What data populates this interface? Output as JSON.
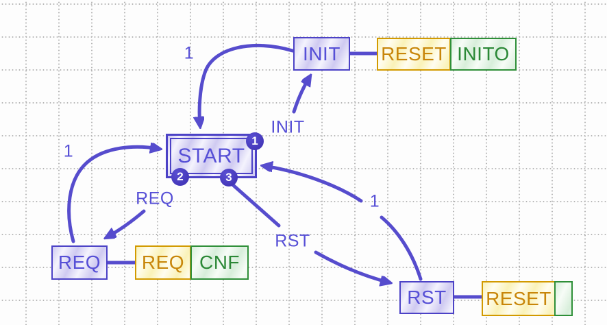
{
  "diagram_type": "ecc-state-machine",
  "colors": {
    "transition": "#564ccd",
    "state_border": "#4c42c6",
    "state_text": "#564fd6",
    "algorithm_border": "#d29a00",
    "algorithm_text": "#c8860a",
    "output_border": "#2e8f38",
    "output_text": "#2b8836",
    "badge_fill": "#4336b8",
    "grid_dot": "#b5b5b5"
  },
  "states": {
    "init": {
      "label": "INIT"
    },
    "start": {
      "label": "START",
      "badges": {
        "b1": "1",
        "b2": "2",
        "b3": "3"
      }
    },
    "req": {
      "label": "REQ"
    },
    "rst": {
      "label": "RST"
    }
  },
  "actions": {
    "init_algorithm": "RESET",
    "init_output": "INITO",
    "req_algorithm": "REQ",
    "req_output": "CNF",
    "rst_algorithm": "RESET",
    "rst_output": ""
  },
  "transitions": {
    "start_to_init": {
      "label": "INIT"
    },
    "init_to_start": {
      "label": "1"
    },
    "req_to_start": {
      "label": "1"
    },
    "start_to_req": {
      "label": "REQ"
    },
    "start_to_rst": {
      "label": "RST"
    },
    "rst_to_start": {
      "label": "1"
    }
  }
}
